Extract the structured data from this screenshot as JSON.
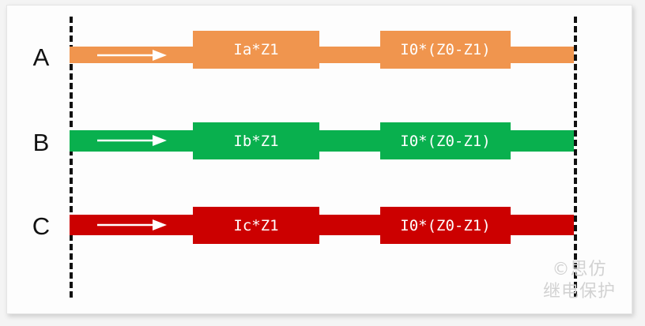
{
  "figure": {
    "title": "",
    "background_color": "#f4f4f4",
    "card_color": "#fdfdfd",
    "boundary_color": "#111111",
    "boundary_style": "dashed"
  },
  "boundaries": {
    "left_label": "left-boundary",
    "right_label": "right-boundary"
  },
  "phases": [
    {
      "letter": "A",
      "color": "#f0954e",
      "arrow_label": "current-direction-arrow",
      "blocks": [
        {
          "text": "Ia*Z1"
        },
        {
          "text": "I0*(Z0-Z1)"
        }
      ]
    },
    {
      "letter": "B",
      "color": "#09b04e",
      "arrow_label": "current-direction-arrow",
      "blocks": [
        {
          "text": "Ib*Z1"
        },
        {
          "text": "I0*(Z0-Z1)"
        }
      ]
    },
    {
      "letter": "C",
      "color": "#cc0000",
      "arrow_label": "current-direction-arrow",
      "blocks": [
        {
          "text": "Ic*Z1"
        },
        {
          "text": "I0*(Z0-Z1)"
        }
      ]
    }
  ],
  "watermark": {
    "line1": "©思仿",
    "line2": "继电保护",
    "color": "#d2d2d2"
  }
}
